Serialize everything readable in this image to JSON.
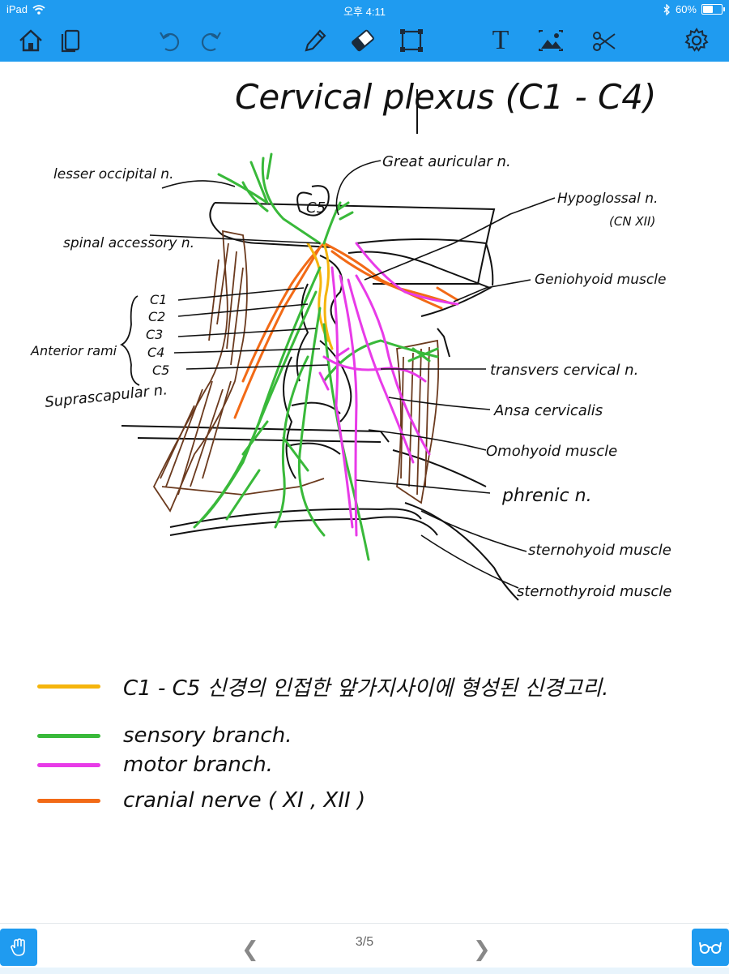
{
  "status": {
    "device": "iPad",
    "time": "오후 4:11",
    "battery": "60%",
    "battery_level": 0.6
  },
  "toolbar": {
    "home": "home-icon",
    "pages": "pages-icon",
    "undo": "undo-icon",
    "redo": "redo-icon",
    "pen": "pen-icon",
    "eraser": "eraser-icon",
    "select": "lasso-select-icon",
    "text_tool": "T",
    "image": "image-icon",
    "scissors": "scissors-icon",
    "settings": "gear-icon"
  },
  "note": {
    "title": "Cervical plexus (C1 - C4)",
    "labels_left": {
      "lesser_occipital": "lesser occipital n.",
      "spinal_accessory": "spinal accessory n.",
      "c1": "C1",
      "c2": "C2",
      "c3": "C3",
      "c4": "C4",
      "c5": "C5",
      "anterior_rami": "Anterior rami",
      "suprascapular": "Suprascapular n."
    },
    "labels_right": {
      "c5_top": "C5",
      "great_auricular": "Great auricular n.",
      "hypoglossal": "Hypoglossal n.",
      "hypoglossal_sub": "(CN XII)",
      "geniohyoid": "Geniohyoid muscle",
      "transverse_cervical": "transvers cervical n.",
      "ansa_cervicalis": "Ansa cervicalis",
      "omohyoid": "Omohyoid muscle",
      "phrenic": "phrenic n.",
      "sternohyoid": "sternohyoid muscle",
      "sternothyroid": "sternothyroid muscle"
    },
    "legend": [
      {
        "color": "#f5b50c",
        "text": "C1 - C5 신경의 인접한 앞가지사이에 형성된 신경고리."
      },
      {
        "color": "#39b93a",
        "text": "sensory branch."
      },
      {
        "color": "#e83be8",
        "text": "motor branch."
      },
      {
        "color": "#f26a16",
        "text": "cranial nerve ( XI , XII )"
      }
    ]
  },
  "pager": {
    "page": "3/5"
  },
  "colors": {
    "accent": "#1f9bf0",
    "muscle": "#6b3a1e",
    "sensory": "#39b93a",
    "motor": "#e83be8",
    "cranial": "#f26a16",
    "loop": "#f5b50c"
  }
}
